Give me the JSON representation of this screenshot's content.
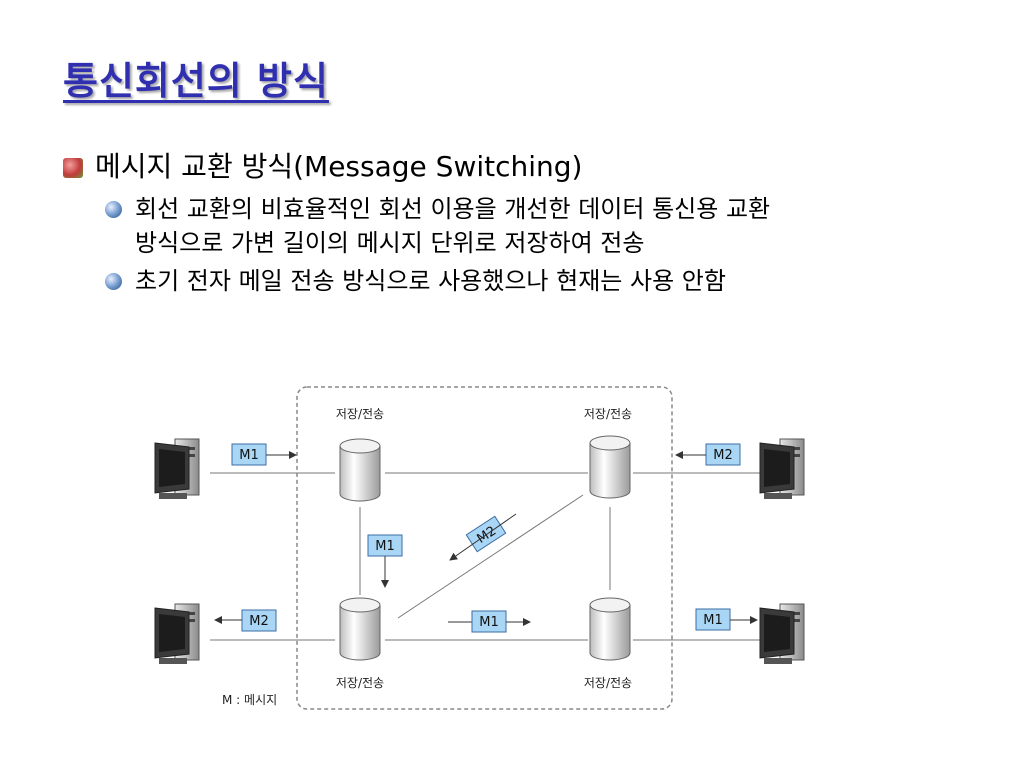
{
  "title": "통신회선의 방식",
  "bullet": "메시지 교환 방식(Message Switching)",
  "sub_bullets": [
    {
      "lines": [
        "회선 교환의 비효율적인 회선 이용을 개선한 데이터 통신용 교환",
        "방식으로 가변 길이의 메시지 단위로 저장하여 전송"
      ]
    },
    {
      "lines": [
        "초기 전자 메일 전송 방식으로 사용했으나 현재는 사용 안함"
      ]
    }
  ],
  "diagram": {
    "node_label": "저장/전송",
    "legend": "M : 메시지",
    "messages": {
      "m1": "M1",
      "m2": "M2"
    },
    "icons": {
      "node": "database-cylinder-icon",
      "terminal": "computer-terminal-icon"
    },
    "colors": {
      "title": "#2f2fb0",
      "msg_box": "#a9d6f5",
      "msg_border": "#3a6ea5"
    }
  }
}
